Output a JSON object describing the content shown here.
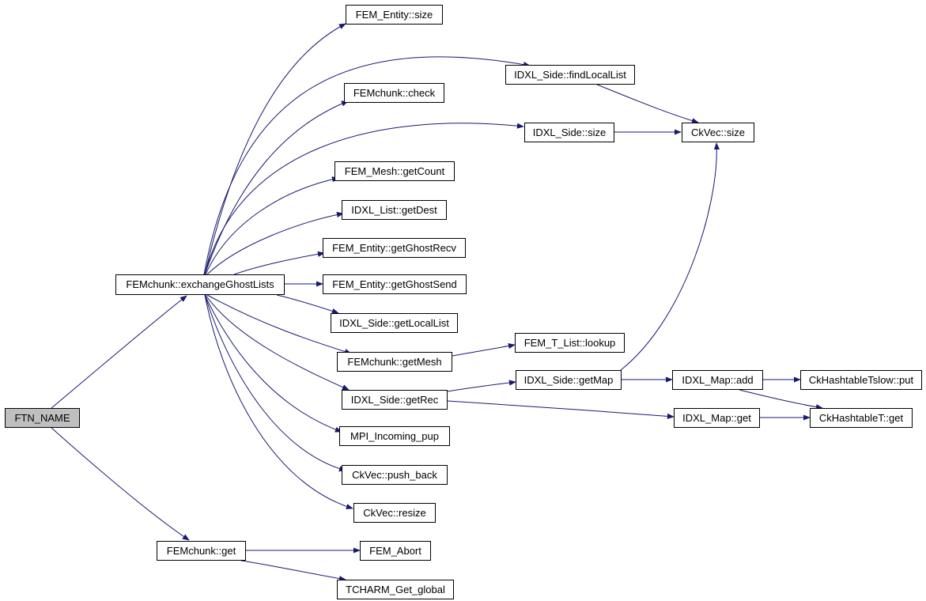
{
  "graph": {
    "root": "FTN_NAME",
    "nodes": [
      {
        "id": "ftn_name",
        "label": "FTN_NAME",
        "root": true
      },
      {
        "id": "exchange",
        "label": "FEMchunk::exchangeGhostLists"
      },
      {
        "id": "femchunk_get",
        "label": "FEMchunk::get"
      },
      {
        "id": "entity_size",
        "label": "FEM_Entity::size"
      },
      {
        "id": "findlocallist",
        "label": "IDXL_Side::findLocalList"
      },
      {
        "id": "check",
        "label": "FEMchunk::check"
      },
      {
        "id": "side_size",
        "label": "IDXL_Side::size"
      },
      {
        "id": "ckvec_size",
        "label": "CkVec::size"
      },
      {
        "id": "getcount",
        "label": "FEM_Mesh::getCount"
      },
      {
        "id": "getdest",
        "label": "IDXL_List::getDest"
      },
      {
        "id": "ghostrecv",
        "label": "FEM_Entity::getGhostRecv"
      },
      {
        "id": "ghostsend",
        "label": "FEM_Entity::getGhostSend"
      },
      {
        "id": "getlocallist",
        "label": "IDXL_Side::getLocalList"
      },
      {
        "id": "getmesh",
        "label": "FEMchunk::getMesh"
      },
      {
        "id": "lookup",
        "label": "FEM_T_List::lookup"
      },
      {
        "id": "getrec",
        "label": "IDXL_Side::getRec"
      },
      {
        "id": "getmap",
        "label": "IDXL_Side::getMap"
      },
      {
        "id": "map_add",
        "label": "IDXL_Map::add"
      },
      {
        "id": "tslow_put",
        "label": "CkHashtableTslow::put"
      },
      {
        "id": "map_get",
        "label": "IDXL_Map::get"
      },
      {
        "id": "hashtable_get",
        "label": "CkHashtableT::get"
      },
      {
        "id": "mpi_pup",
        "label": "MPI_Incoming_pup"
      },
      {
        "id": "push_back",
        "label": "CkVec::push_back"
      },
      {
        "id": "resize",
        "label": "CkVec::resize"
      },
      {
        "id": "fem_abort",
        "label": "FEM_Abort"
      },
      {
        "id": "tcharm",
        "label": "TCHARM_Get_global"
      }
    ],
    "edges": [
      [
        "ftn_name",
        "exchange"
      ],
      [
        "ftn_name",
        "femchunk_get"
      ],
      [
        "exchange",
        "entity_size"
      ],
      [
        "exchange",
        "findlocallist"
      ],
      [
        "exchange",
        "check"
      ],
      [
        "exchange",
        "side_size"
      ],
      [
        "exchange",
        "getcount"
      ],
      [
        "exchange",
        "getdest"
      ],
      [
        "exchange",
        "ghostrecv"
      ],
      [
        "exchange",
        "ghostsend"
      ],
      [
        "exchange",
        "getlocallist"
      ],
      [
        "exchange",
        "getmesh"
      ],
      [
        "exchange",
        "getrec"
      ],
      [
        "exchange",
        "mpi_pup"
      ],
      [
        "exchange",
        "push_back"
      ],
      [
        "exchange",
        "resize"
      ],
      [
        "findlocallist",
        "ckvec_size"
      ],
      [
        "side_size",
        "ckvec_size"
      ],
      [
        "getmesh",
        "lookup"
      ],
      [
        "getrec",
        "getmap"
      ],
      [
        "getrec",
        "map_get"
      ],
      [
        "getmap",
        "ckvec_size"
      ],
      [
        "getmap",
        "map_add"
      ],
      [
        "map_add",
        "tslow_put"
      ],
      [
        "map_add",
        "hashtable_get"
      ],
      [
        "map_get",
        "hashtable_get"
      ],
      [
        "femchunk_get",
        "fem_abort"
      ],
      [
        "femchunk_get",
        "tcharm"
      ]
    ],
    "colors": {
      "edge": "#191970",
      "root_fill": "#bfbfbf",
      "node_border": "#000000"
    }
  }
}
